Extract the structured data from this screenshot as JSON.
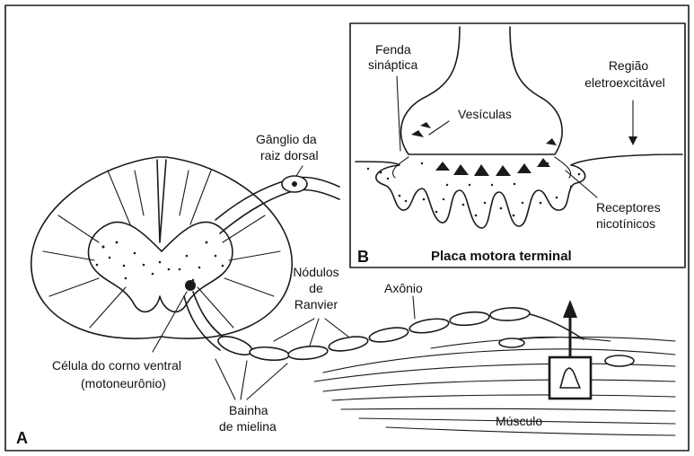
{
  "panel_a": {
    "letter": "A",
    "labels": {
      "ganglion_line1": "Gânglio da",
      "ganglion_line2": "raiz dorsal",
      "cell_line1": "Célula do corno ventral",
      "cell_line2": "(motoneurônio)",
      "nodes_line1": "Nódulos",
      "nodes_line2": "de",
      "nodes_line3": "Ranvier",
      "axon": "Axônio",
      "sheath_line1": "Bainha",
      "sheath_line2": "de mielina",
      "muscle": "Músculo"
    }
  },
  "panel_b": {
    "letter": "B",
    "title": "Placa motora terminal",
    "labels": {
      "cleft_line1": "Fenda",
      "cleft_line2": "sináptica",
      "region_line1": "Região",
      "region_line2": "eletroexcitável",
      "vesicles": "Vesículas",
      "receptors_line1": "Receptores",
      "receptors_line2": "nicotínicos"
    }
  },
  "colors": {
    "ink": "#1a1a1a",
    "paper": "#ffffff"
  }
}
